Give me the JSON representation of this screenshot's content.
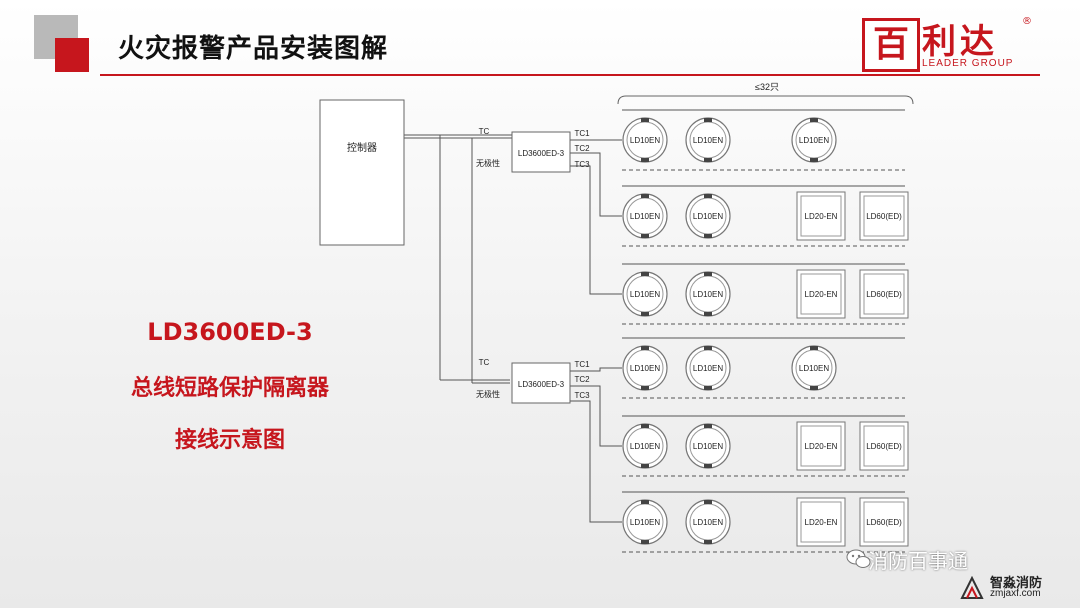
{
  "header": {
    "title": "火灾报警产品安装图解",
    "logo_mark": "百",
    "logo_name": "利达",
    "logo_reg": "®",
    "logo_sub": "LEADER GROUP"
  },
  "caption": {
    "model": "LD3600ED-3",
    "line1": "总线短路保护隔离器",
    "line2": "接线示意图"
  },
  "diagram": {
    "controller": "控制器",
    "tc": "TC",
    "nonpolar": "无极性",
    "isolator": "LD3600ED-3",
    "tc1": "TC1",
    "tc2": "TC2",
    "tc3": "TC3",
    "limit": "≤32只",
    "detector": "LD10EN",
    "module_a": "LD20-EN",
    "module_b": "LD60(ED)"
  },
  "watermark": {
    "text": "消防百事通",
    "site_name": "智淼消防",
    "site_url": "zmjaxf.com"
  },
  "colors": {
    "accent": "#c6161d",
    "line": "#555555",
    "muted": "#b9b9b9"
  }
}
